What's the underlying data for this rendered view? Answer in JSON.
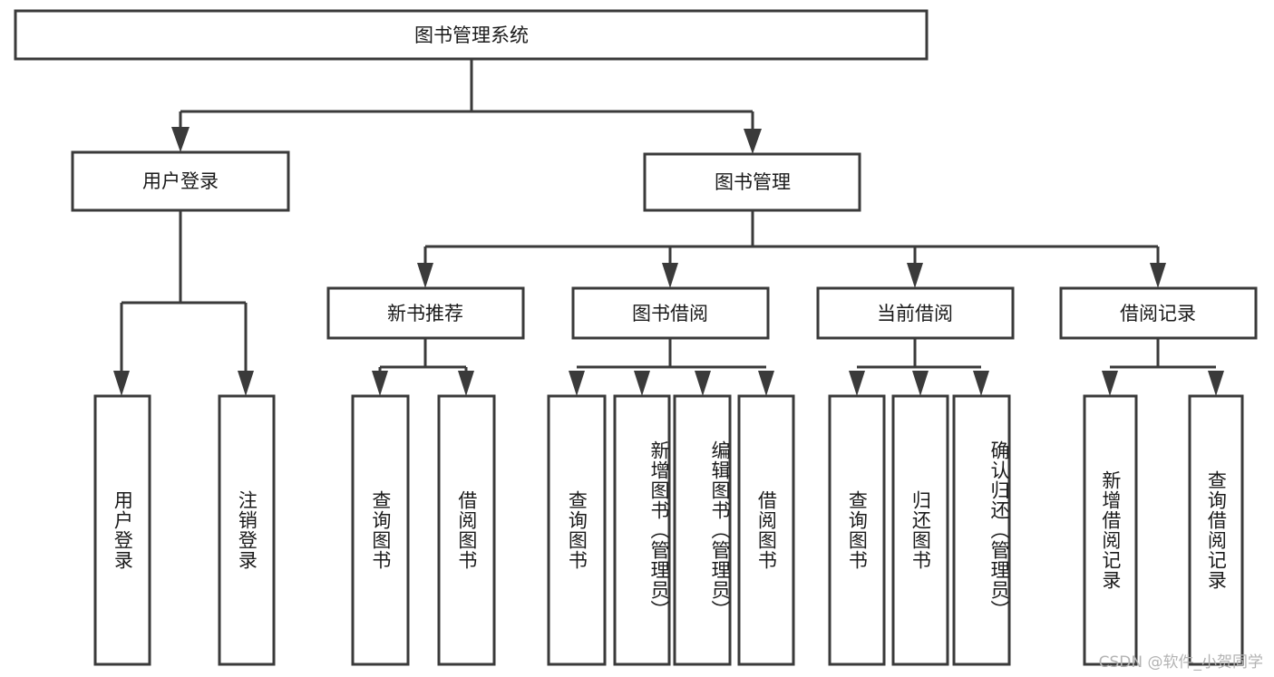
{
  "diagram": {
    "title": "图书管理系统",
    "type": "tree",
    "watermark": "CSDN @软件_小贺同学",
    "colors": {
      "stroke": "#3a3a3a",
      "box_fill": "#ffffff",
      "text": "#1a1a1a",
      "watermark": "#b3b3b3",
      "background": "#ffffff"
    },
    "root": {
      "label": "图书管理系统"
    },
    "level2": [
      {
        "label": "用户登录"
      },
      {
        "label": "图书管理"
      }
    ],
    "level3": [
      {
        "label": "新书推荐"
      },
      {
        "label": "图书借阅"
      },
      {
        "label": "当前借阅"
      },
      {
        "label": "借阅记录"
      }
    ],
    "leaves": {
      "user_login": [
        {
          "label": "用户登录"
        },
        {
          "label": "注销登录"
        }
      ],
      "new_book": [
        {
          "label": "查询图书"
        },
        {
          "label": "借阅图书"
        }
      ],
      "book_borrow": [
        {
          "label": "查询图书"
        },
        {
          "label": "新增图书（管理员）"
        },
        {
          "label": "编辑图书（管理员）"
        },
        {
          "label": "借阅图书"
        }
      ],
      "current_borrow": [
        {
          "label": "查询图书"
        },
        {
          "label": "归还图书"
        },
        {
          "label": "确认归还（管理员）"
        }
      ],
      "borrow_record": [
        {
          "label": "新增借阅记录"
        },
        {
          "label": "查询借阅记录"
        }
      ]
    }
  }
}
